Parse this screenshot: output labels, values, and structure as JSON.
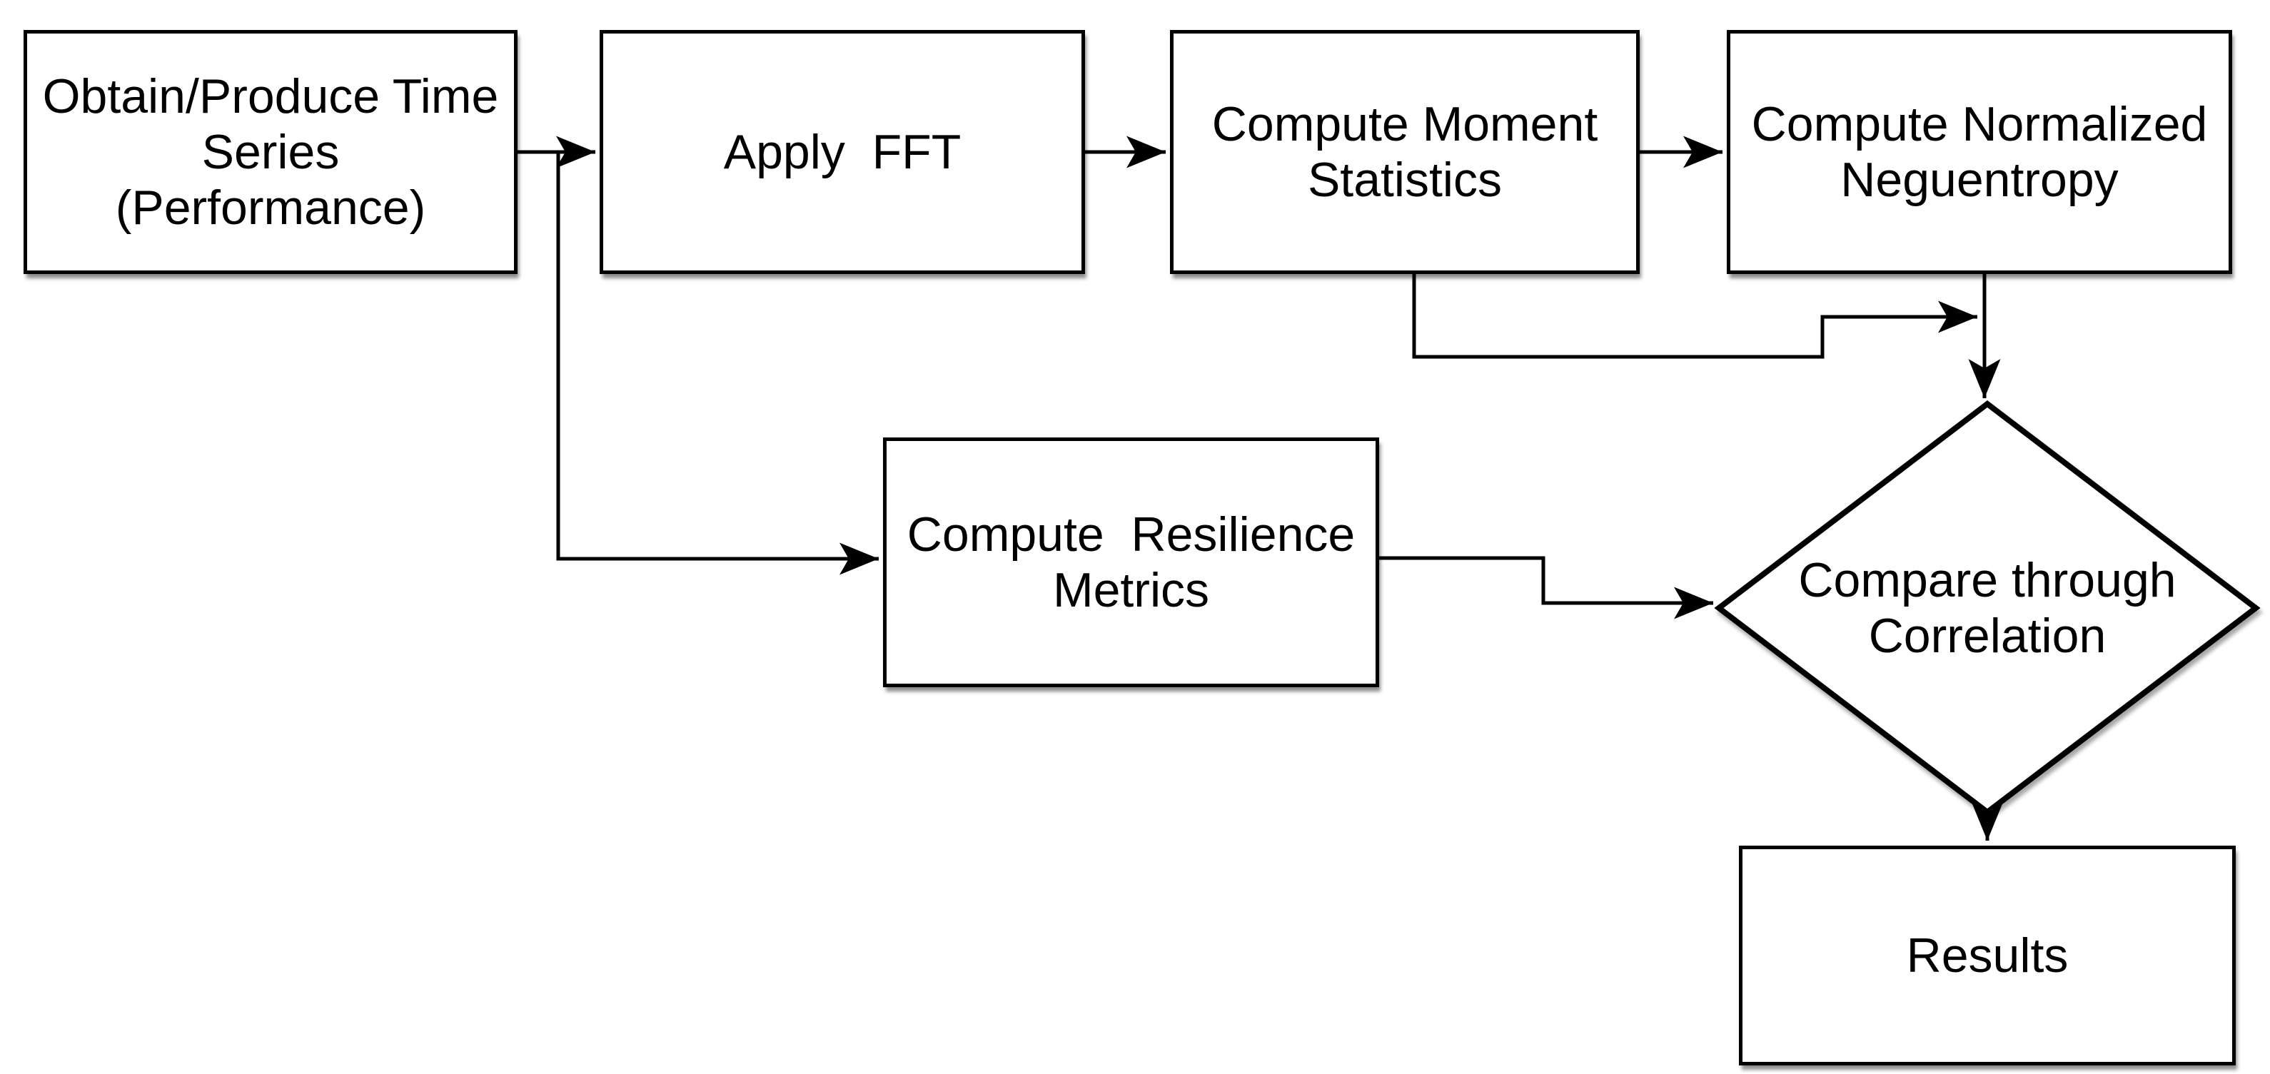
{
  "diagram": {
    "title": "Neguentropy resilience comparison flowchart",
    "colors": {
      "background": "#ffffff",
      "stroke": "#000000",
      "node_fill": "#ffffff",
      "text": "#000000"
    },
    "nodes": [
      {
        "id": "obtain",
        "type": "rect",
        "label": "Obtain/Produce Time\nSeries\n(Performance)"
      },
      {
        "id": "fft",
        "type": "rect",
        "label": "Apply  FFT"
      },
      {
        "id": "moment",
        "type": "rect",
        "label": "Compute Moment\nStatistics"
      },
      {
        "id": "neguentropy",
        "type": "rect",
        "label": "Compute Normalized\nNeguentropy"
      },
      {
        "id": "resilience",
        "type": "rect",
        "label": "Compute  Resilience\nMetrics"
      },
      {
        "id": "compare",
        "type": "diamond",
        "label": "Compare through\nCorrelation"
      },
      {
        "id": "results",
        "type": "rect",
        "label": "Results"
      }
    ],
    "edges": [
      {
        "from": "obtain",
        "to": "fft",
        "style": "arrow"
      },
      {
        "from": "obtain",
        "to": "resilience",
        "style": "arrow, branches down from obtain-fft connector"
      },
      {
        "from": "fft",
        "to": "moment",
        "style": "arrow"
      },
      {
        "from": "moment",
        "to": "neguentropy",
        "style": "arrow"
      },
      {
        "from": "moment",
        "to": "compare",
        "style": "arrow, routed below neguentropy into its outgoing line"
      },
      {
        "from": "neguentropy",
        "to": "compare",
        "style": "arrow"
      },
      {
        "from": "resilience",
        "to": "compare",
        "style": "arrow"
      },
      {
        "from": "compare",
        "to": "results",
        "style": "arrow"
      }
    ]
  }
}
